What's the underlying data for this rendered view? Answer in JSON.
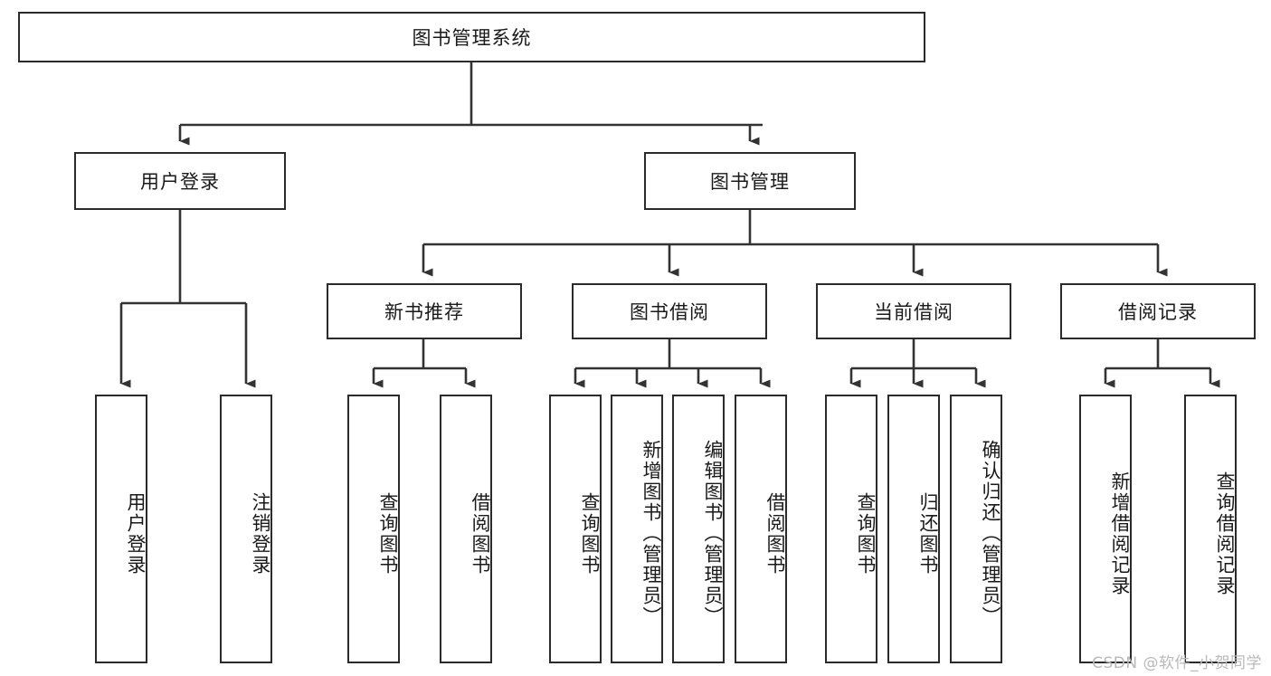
{
  "diagram": {
    "title": "图书管理系统",
    "type": "tree-hierarchy",
    "watermark": "CSDN @软件_小贺同学",
    "colors": {
      "box_border": "#2b2b2b",
      "box_fill": "#ffffff",
      "connector": "#333333",
      "text": "#1a1a1a",
      "watermark": "#b9b9b9"
    },
    "root": {
      "label": "图书管理系统",
      "orientation": "horizontal"
    },
    "level2": [
      {
        "label": "用户登录",
        "orientation": "horizontal"
      },
      {
        "label": "图书管理",
        "orientation": "horizontal"
      }
    ],
    "level3": [
      {
        "label": "新书推荐",
        "orientation": "horizontal",
        "parent": "图书管理"
      },
      {
        "label": "图书借阅",
        "orientation": "horizontal",
        "parent": "图书管理"
      },
      {
        "label": "当前借阅",
        "orientation": "horizontal",
        "parent": "图书管理"
      },
      {
        "label": "借阅记录",
        "orientation": "horizontal",
        "parent": "图书管理"
      }
    ],
    "leaves": [
      {
        "label": "用户登录",
        "orientation": "vertical",
        "parent": "用户登录"
      },
      {
        "label": "注销登录",
        "orientation": "vertical",
        "parent": "用户登录"
      },
      {
        "label": "查询图书",
        "orientation": "vertical",
        "parent": "新书推荐"
      },
      {
        "label": "借阅图书",
        "orientation": "vertical",
        "parent": "新书推荐"
      },
      {
        "label": "查询图书",
        "orientation": "vertical",
        "parent": "图书借阅"
      },
      {
        "label": "新增图书（管理员）",
        "orientation": "vertical",
        "parent": "图书借阅"
      },
      {
        "label": "编辑图书（管理员）",
        "orientation": "vertical",
        "parent": "图书借阅"
      },
      {
        "label": "借阅图书",
        "orientation": "vertical",
        "parent": "图书借阅"
      },
      {
        "label": "查询图书",
        "orientation": "vertical",
        "parent": "当前借阅"
      },
      {
        "label": "归还图书",
        "orientation": "vertical",
        "parent": "当前借阅"
      },
      {
        "label": "确认归还（管理员）",
        "orientation": "vertical",
        "parent": "当前借阅"
      },
      {
        "label": "新增借阅记录",
        "orientation": "vertical",
        "parent": "借阅记录"
      },
      {
        "label": "查询借阅记录",
        "orientation": "vertical",
        "parent": "借阅记录"
      }
    ]
  }
}
